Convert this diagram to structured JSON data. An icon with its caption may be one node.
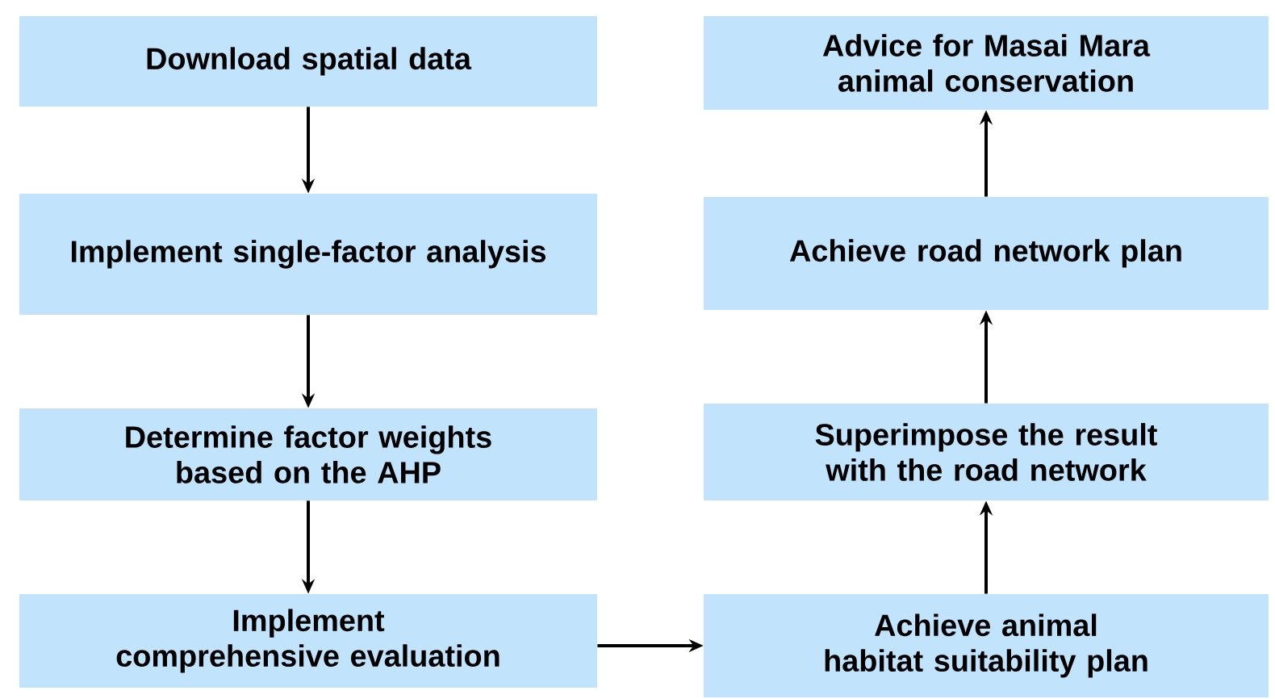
{
  "diagram": {
    "nodes": [
      {
        "text": [
          "Download spatial data"
        ]
      },
      {
        "text": [
          "Implement single-factor analysis"
        ]
      },
      {
        "text": [
          "Determine factor weights based on the AHP"
        ]
      },
      {
        "text": [
          "Implement comprehensive evaluation"
        ]
      },
      {
        "text": [
          "Achieve animal habitat suitability plan"
        ]
      },
      {
        "text": [
          "Superimpose the result with the road network"
        ]
      },
      {
        "text": [
          "Achieve road network plan"
        ]
      },
      {
        "text": [
          "Advice for Masai Mara animal conservation"
        ]
      }
    ],
    "edges": [
      {
        "from": 0,
        "to": 1,
        "arrow": "to"
      },
      {
        "from": 1,
        "to": 2,
        "arrow": "to"
      },
      {
        "from": 2,
        "to": 3,
        "arrow": "to"
      },
      {
        "from": 3,
        "to": 4,
        "arrow": "to"
      },
      {
        "from": 4,
        "to": 5,
        "arrow": "to"
      },
      {
        "from": 5,
        "to": 6,
        "arrow": "to"
      },
      {
        "from": 6,
        "to": 7,
        "arrow": "to"
      }
    ]
  }
}
